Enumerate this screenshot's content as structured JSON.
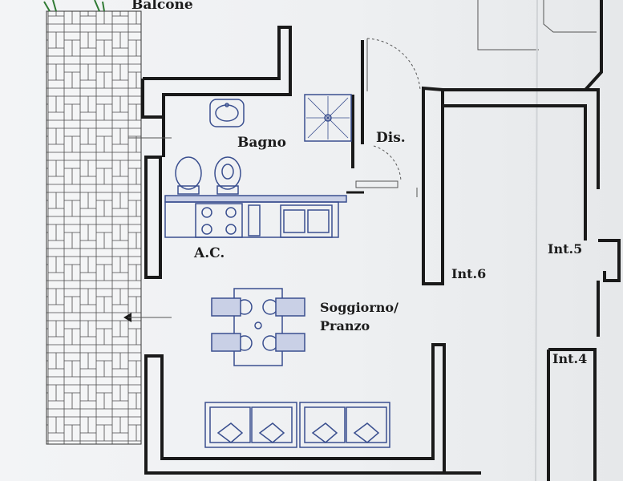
{
  "plan": {
    "rooms": {
      "balcone": "Balcone",
      "bagno": "Bagno",
      "dis": "Dis.",
      "ac": "A.C.",
      "soggiorno_line1": "Soggiorno/",
      "soggiorno_line2": "Pranzo"
    },
    "units": {
      "int6": "Int.6",
      "int5": "Int.5",
      "int4": "Int.4"
    }
  },
  "colors": {
    "wall": "#1a1a1a",
    "fixture": "#3a4f8f",
    "tile": "#4a4a4a",
    "paper": "#eef0f2"
  }
}
